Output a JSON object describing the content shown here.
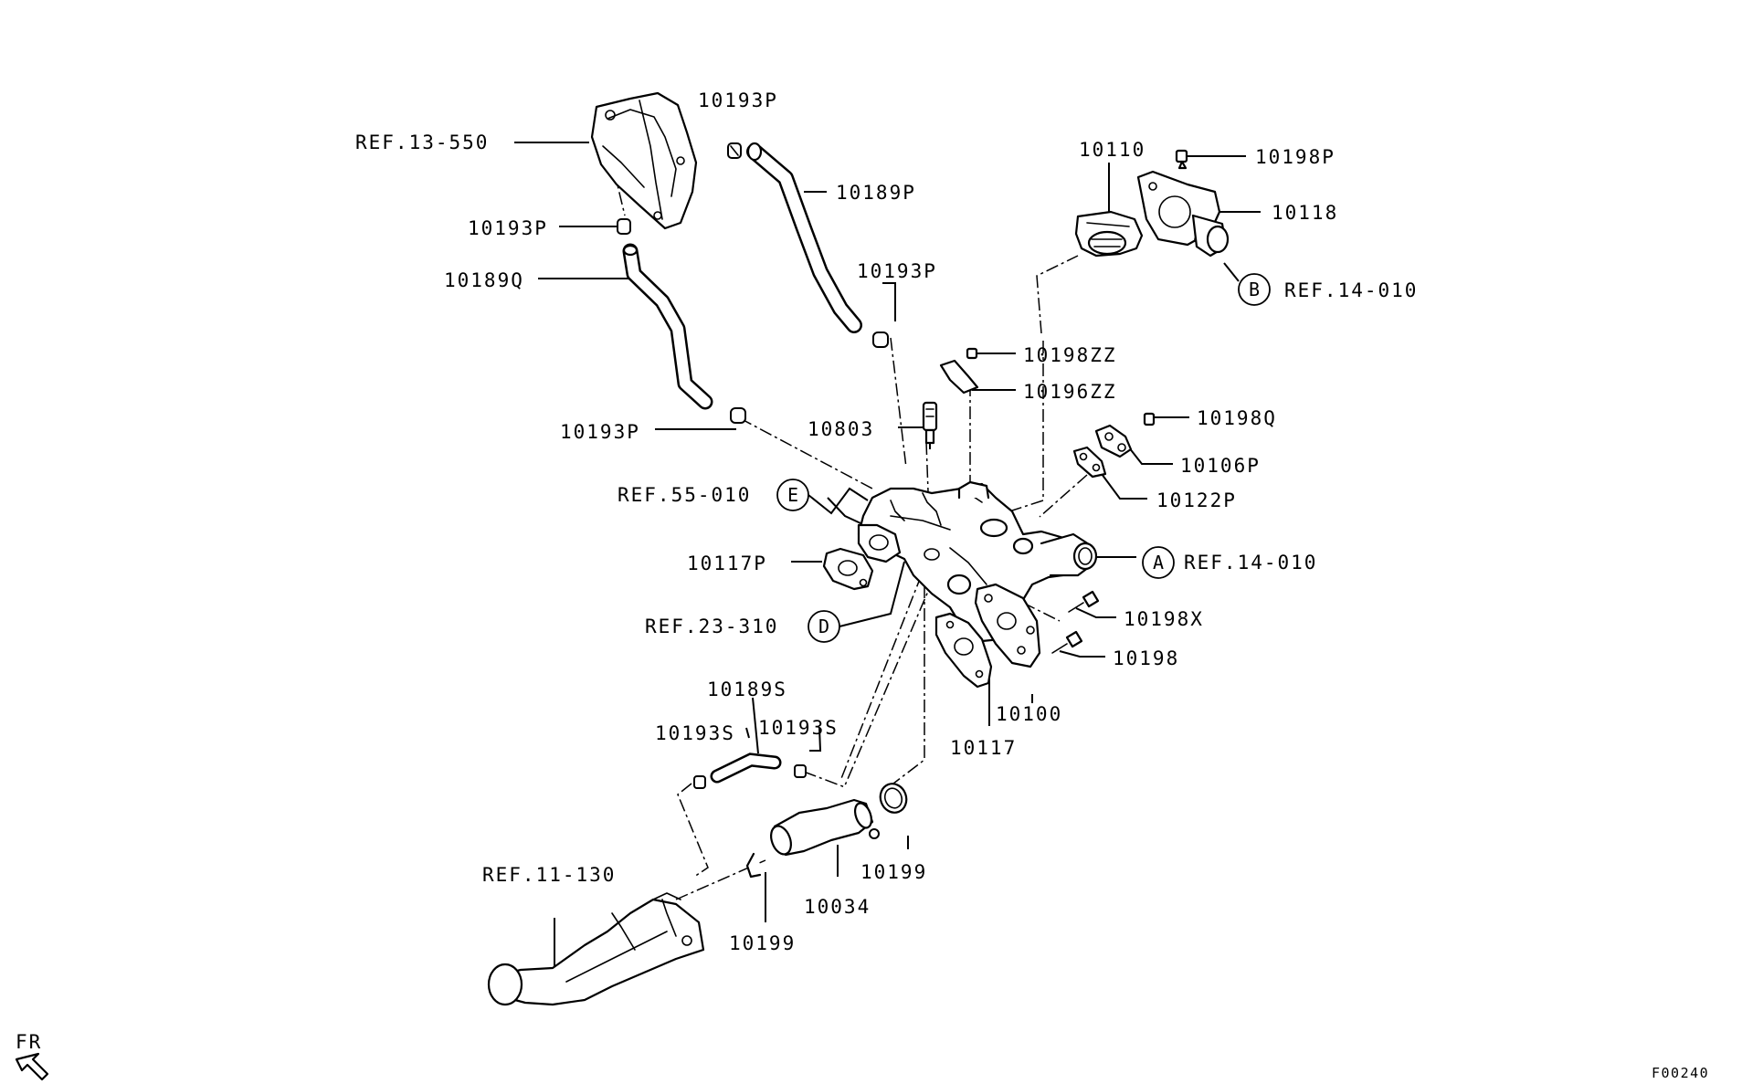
{
  "diagram": {
    "labels": [
      {
        "id": "ref-13-550",
        "text": "REF.13-550"
      },
      {
        "id": "p-10193p-a",
        "text": "10193P"
      },
      {
        "id": "p-10189p",
        "text": "10189P"
      },
      {
        "id": "p-10193p-b",
        "text": "10193P"
      },
      {
        "id": "p-10189q",
        "text": "10189Q"
      },
      {
        "id": "p-10193p-c",
        "text": "10193P"
      },
      {
        "id": "p-10193p-d",
        "text": "10193P"
      },
      {
        "id": "p-10110",
        "text": "10110"
      },
      {
        "id": "p-10198p",
        "text": "10198P"
      },
      {
        "id": "p-10118",
        "text": "10118"
      },
      {
        "id": "ref-14-010-b",
        "text": "REF.14-010"
      },
      {
        "id": "p-10198zz",
        "text": "10198ZZ"
      },
      {
        "id": "p-10196zz",
        "text": "10196ZZ"
      },
      {
        "id": "p-10803",
        "text": "10803"
      },
      {
        "id": "p-10198q",
        "text": "10198Q"
      },
      {
        "id": "p-10106p",
        "text": "10106P"
      },
      {
        "id": "ref-55-010",
        "text": "REF.55-010"
      },
      {
        "id": "p-10122p",
        "text": "10122P"
      },
      {
        "id": "p-10117p",
        "text": "10117P"
      },
      {
        "id": "ref-14-010-a",
        "text": "REF.14-010"
      },
      {
        "id": "ref-23-310",
        "text": "REF.23-310"
      },
      {
        "id": "p-10198x",
        "text": "10198X"
      },
      {
        "id": "p-10198",
        "text": "10198"
      },
      {
        "id": "p-10100",
        "text": "10100"
      },
      {
        "id": "p-10117",
        "text": "10117"
      },
      {
        "id": "p-10189s",
        "text": "10189S"
      },
      {
        "id": "p-10193s-a",
        "text": "10193S"
      },
      {
        "id": "p-10193s-b",
        "text": "10193S"
      },
      {
        "id": "ref-11-130",
        "text": "REF.11-130"
      },
      {
        "id": "p-10199-a",
        "text": "10199"
      },
      {
        "id": "p-10034",
        "text": "10034"
      },
      {
        "id": "p-10199-b",
        "text": "10199"
      }
    ],
    "callouts": [
      {
        "id": "callout-a",
        "letter": "A"
      },
      {
        "id": "callout-b",
        "letter": "B"
      },
      {
        "id": "callout-d",
        "letter": "D"
      },
      {
        "id": "callout-e",
        "letter": "E"
      }
    ],
    "direction_label": "FR",
    "figure_code": "F00240"
  }
}
